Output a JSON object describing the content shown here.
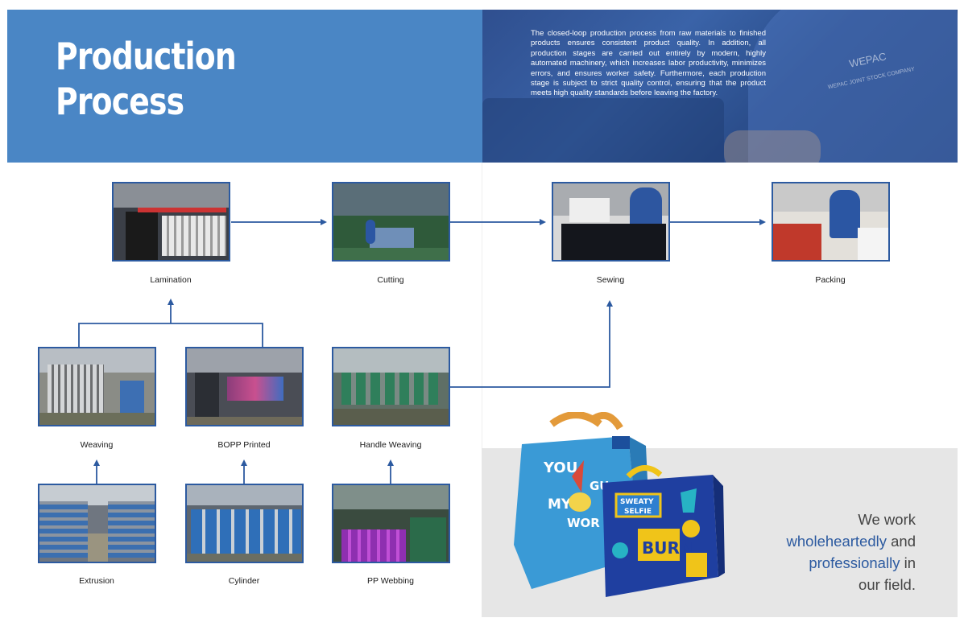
{
  "header": {
    "title_line1": "Production",
    "title_line2": "Process",
    "intro": "The closed-loop production process from raw materials to finished products ensures consistent product quality. In addition, all production stages are carried out entirely by modern, highly automated machinery, which increases labor productivity, minimizes errors, and ensures worker safety. Furthermore, each production stage is subject to strict quality control, ensuring that the product meets high quality standards before leaving the factory.",
    "watermark_1": "WEPAC",
    "watermark_2": "WEPAC JOINT STOCK COMPANY"
  },
  "steps": {
    "lamination": "Lamination",
    "cutting": "Cutting",
    "sewing": "Sewing",
    "packing": "Packing",
    "weaving": "Weaving",
    "bopp_printed": "BOPP Printed",
    "handle_weaving": "Handle Weaving",
    "extrusion": "Extrusion",
    "cylinder": "Cylinder",
    "pp_webbing": "PP Webbing"
  },
  "bag_art": {
    "blue_bag_text": [
      "YOU",
      "GU",
      "MY",
      "WOR"
    ],
    "navy_bag_text_1": "SWEATY",
    "navy_bag_text_2": "SELFIE",
    "navy_bag_text_3": "BURN"
  },
  "slogan": {
    "line1": "We work",
    "line2_highlight": "wholeheartedly",
    "line2_rest": " and",
    "line3_highlight": "professionally",
    "line3_rest": " in",
    "line4": "our field."
  },
  "colors": {
    "header_blue": "#4a86c5",
    "accent_blue": "#2c5aa0",
    "panel_gray": "#e6e6e6"
  }
}
